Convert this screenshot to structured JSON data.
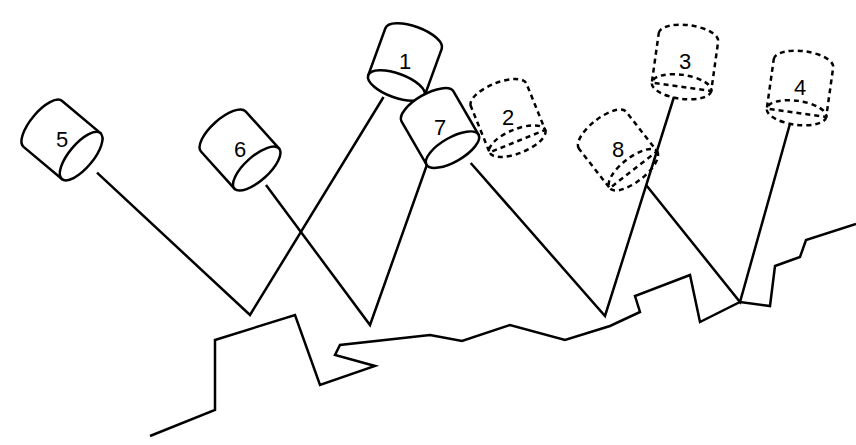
{
  "diagram": {
    "nodes": [
      {
        "text": [
          "1"
        ]
      },
      {
        "text": [
          "2"
        ]
      },
      {
        "text": [
          "3"
        ]
      },
      {
        "text": [
          "4"
        ]
      },
      {
        "text": [
          "5"
        ]
      },
      {
        "text": [
          "6"
        ]
      },
      {
        "text": [
          "7"
        ]
      },
      {
        "text": [
          "8"
        ]
      }
    ],
    "edges": [
      {
        "from": 4,
        "to": 0,
        "arrow": "none"
      },
      {
        "from": 5,
        "to": 6,
        "arrow": "none"
      },
      {
        "from": 6,
        "to": 2,
        "arrow": "none"
      },
      {
        "from": 7,
        "to": 3,
        "arrow": "none"
      }
    ]
  }
}
